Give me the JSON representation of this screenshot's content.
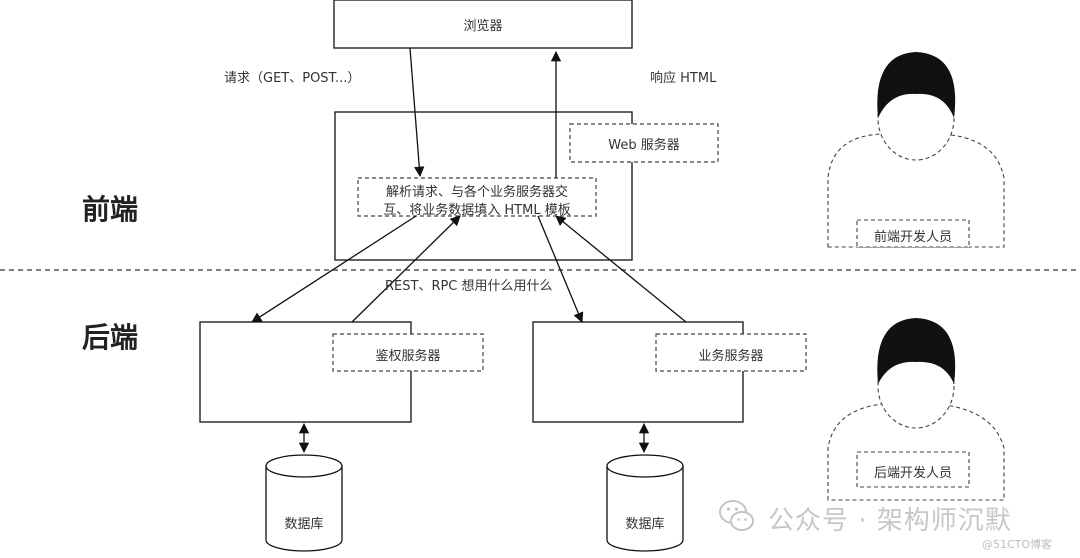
{
  "diagram": {
    "browser": "浏览器",
    "request": "请求（GET、POST...）",
    "response": "响应 HTML",
    "web_server": "Web 服务器",
    "parse_text": [
      "解析请求、与各个业务服务器交",
      "互、将业务数据填入 HTML 模板"
    ],
    "rest_rpc": "REST、RPC 想用什么用什么",
    "frontend_zone": "前端",
    "backend_zone": "后端",
    "auth_server": "鉴权服务器",
    "biz_server": "业务服务器",
    "database_left": "数据库",
    "database_right": "数据库",
    "frontend_dev": "前端开发人员",
    "backend_dev": "后端开发人员"
  },
  "watermark": {
    "account": "公众号 · 架构师沉默",
    "site": "@51CTO博客"
  },
  "icons": [
    "wechat-icon",
    "person-icon"
  ]
}
